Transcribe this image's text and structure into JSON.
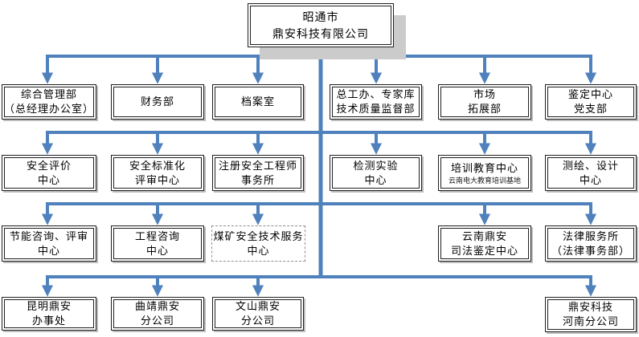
{
  "colors": {
    "connector_blue": "#4F81BD",
    "box_border": "#1F1F1F",
    "box_shadow_gray": "#BDBDBD",
    "root_shadow_gray": "#CBCBCB"
  },
  "root": {
    "lines": [
      "昭通市",
      "鼎安科技有限公司"
    ]
  },
  "row2": [
    {
      "lines": [
        "综合管理部",
        "（总经理办公室）"
      ]
    },
    {
      "lines": [
        "财务部"
      ]
    },
    {
      "lines": [
        "档案室"
      ]
    },
    {
      "lines": [
        "总工办、专家库",
        "技术质量监督部"
      ]
    },
    {
      "lines": [
        "市场",
        "拓展部"
      ]
    },
    {
      "lines": [
        "鉴定中心",
        "党支部"
      ]
    }
  ],
  "row3": [
    {
      "lines": [
        "安全评价",
        "中心"
      ]
    },
    {
      "lines": [
        "安全标准化",
        "评审中心"
      ]
    },
    {
      "lines": [
        "注册安全工程师",
        "事务所"
      ]
    },
    {
      "lines": [
        "检测实验",
        "中心"
      ]
    },
    {
      "lines": [
        "培训教育中心"
      ],
      "sub": "云南电大教育培训基地"
    },
    {
      "lines": [
        "测绘、设计",
        "中心"
      ]
    }
  ],
  "row4": [
    {
      "lines": [
        "节能咨询、评审",
        "中心"
      ]
    },
    {
      "lines": [
        "工程咨询",
        "中心"
      ]
    },
    {
      "lines": [
        "煤矿安全技术服务",
        "中心"
      ],
      "style": "dashed"
    },
    {
      "lines": [
        "云南鼎安",
        "司法鉴定中心"
      ]
    },
    {
      "lines": [
        "法律服务所",
        "（法律事务部）"
      ]
    }
  ],
  "row5": [
    {
      "lines": [
        "昆明鼎安",
        "办事处"
      ]
    },
    {
      "lines": [
        "曲靖鼎安",
        "分公司"
      ]
    },
    {
      "lines": [
        "文山鼎安",
        "分公司"
      ]
    },
    {
      "lines": [
        "鼎安科技",
        "河南分公司"
      ]
    }
  ]
}
